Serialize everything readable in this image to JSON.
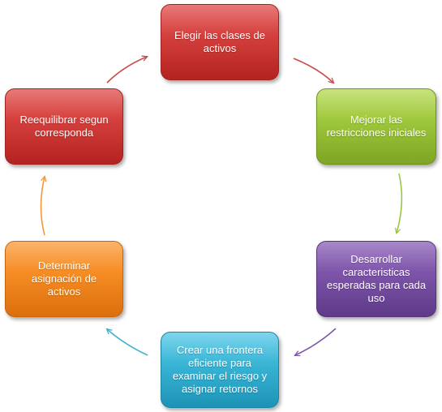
{
  "nodes": [
    {
      "text": "Elegir las clases de activos",
      "color": "#cc3432"
    },
    {
      "text": "Mejorar las restricciones iniciales",
      "color": "#94c03a"
    },
    {
      "text": "Desarrollar caracteristicas esperadas para cada uso",
      "color": "#774fa5"
    },
    {
      "text": "Crear una frontera eficiente para examinar el riesgo y asignar retornos",
      "color": "#31acd1"
    },
    {
      "text": "Determinar asignación de activos",
      "color": "#f4861d"
    },
    {
      "text": "Reequilibrar segun corresponda",
      "color": "#cc3432"
    }
  ],
  "arrow_colors": [
    "#cc4a48",
    "#9cc44a",
    "#7e59aa",
    "#3fb2d3",
    "#f4963a",
    "#cc4a48"
  ]
}
